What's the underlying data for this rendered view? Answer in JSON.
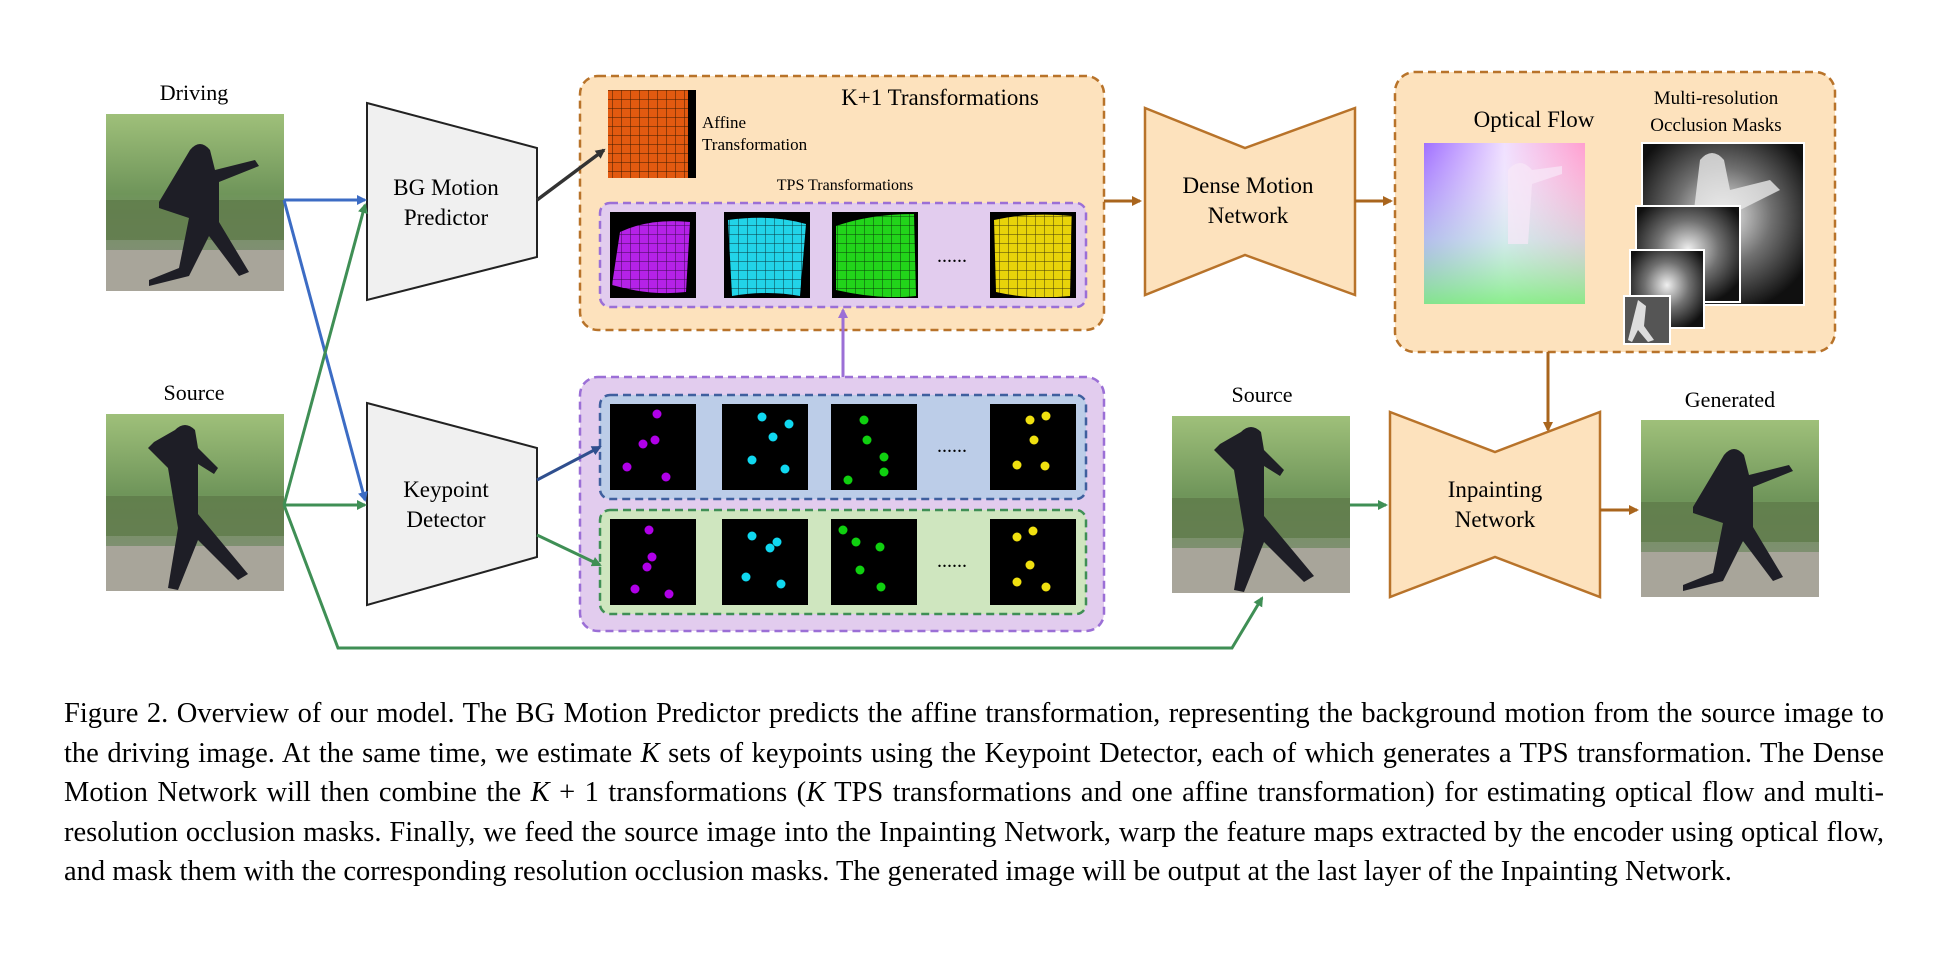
{
  "colors": {
    "orange_fill": "#fde2bd",
    "orange_stroke": "#b8732a",
    "purple_fill": "#e2ccee",
    "purple_stroke": "#9b6fd6",
    "blue_fill": "#bccde8",
    "blue_stroke": "#3f5f9e",
    "green_fill": "#cfe6bf",
    "green_stroke": "#3f8f55",
    "arrow_blue": "#3c6cc4",
    "arrow_green": "#3f8f55",
    "arrow_brown": "#a9651d",
    "arrow_purple": "#9b6fd6",
    "arrow_black": "#333333",
    "kp_purple": "#b000e8",
    "kp_cyan": "#10d8f0",
    "kp_green": "#10d010",
    "kp_yellow": "#f0e010"
  },
  "inputs": {
    "driving_label": "Driving",
    "source_label": "Source",
    "source2_label": "Source",
    "generated_label": "Generated"
  },
  "modules": {
    "bg_motion_line1": "BG Motion",
    "bg_motion_line2": "Predictor",
    "keypoint_line1": "Keypoint",
    "keypoint_line2": "Detector",
    "dense_line1": "Dense Motion",
    "dense_line2": "Network",
    "inpaint_line1": "Inpainting",
    "inpaint_line2": "Network"
  },
  "transformations": {
    "title": "K+1 Transformations",
    "affine_line1": "Affine",
    "affine_line2": "Transformation",
    "tps_label": "TPS Transformations",
    "ellipsis": "......"
  },
  "outputs": {
    "optical_flow": "Optical Flow",
    "masks_line1": "Multi-resolution",
    "masks_line2": "Occlusion Masks"
  },
  "keypoints": {
    "ellipsis_top": "......",
    "ellipsis_bottom": "......"
  },
  "caption": {
    "p1": "Figure 2. Overview of our model. The BG Motion Predictor predicts the affine transformation, representing the background motion from the source image to the driving image. At the same time, we estimate ",
    "m1": "K",
    "p2": " sets of keypoints using the Keypoint Detector, each of which generates a TPS transformation. The Dense Motion Network will then combine the ",
    "m2": "K",
    "p3": " + 1 transformations (",
    "m3": "K",
    "p4": " TPS transformations and one affine transformation) for estimating optical flow and multi-resolution occlusion masks. Finally, we feed the source image into the Inpainting Network, warp the feature maps extracted by the encoder using optical flow, and mask them with the corresponding resolution occlusion masks. The generated image will be output at the last layer of the Inpainting Network."
  }
}
